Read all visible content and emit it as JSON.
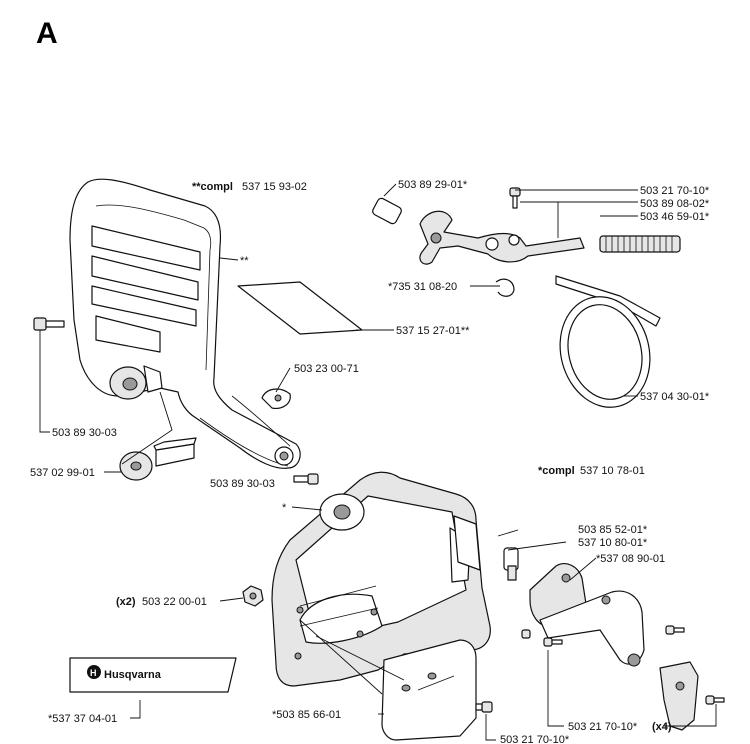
{
  "section_letter": "A",
  "brand": "Husqvarna",
  "labels": {
    "compl_top_bold": "**compl",
    "compl_top_num": "537 15 93-02",
    "double_star": "**",
    "lever_screw": "503 89 29-01*",
    "screw_top": "503 21 70-10*",
    "part_89_08": "503 89 08-02*",
    "spring": "503 46 59-01*",
    "clip": "*735 31 08-20",
    "plate": "537 15 27-01**",
    "part_23_00": "503 23 00-71",
    "band": "537 04 30-01*",
    "screw_left": "503 89 30-03",
    "part_02_99": "537 02 99-01",
    "screw_bottom": "503 89 30-03",
    "compl_mid_bold": "*compl",
    "compl_mid_num": "537 10 78-01",
    "single_star": "*",
    "part_85_52": "503 85 52-01*",
    "part_10_80": "537 10 80-01*",
    "part_08_90": "*537 08 90-01",
    "nut_qty": "(x2)",
    "nut": "503 22 00-01",
    "screw_x4_num": "503 21 70-10*",
    "screw_x4_qty": "(x4)",
    "decal": "*537 37 04-01",
    "cover_plate": "*503 85 66-01",
    "screw_bottom2": "503 21 70-10*"
  }
}
